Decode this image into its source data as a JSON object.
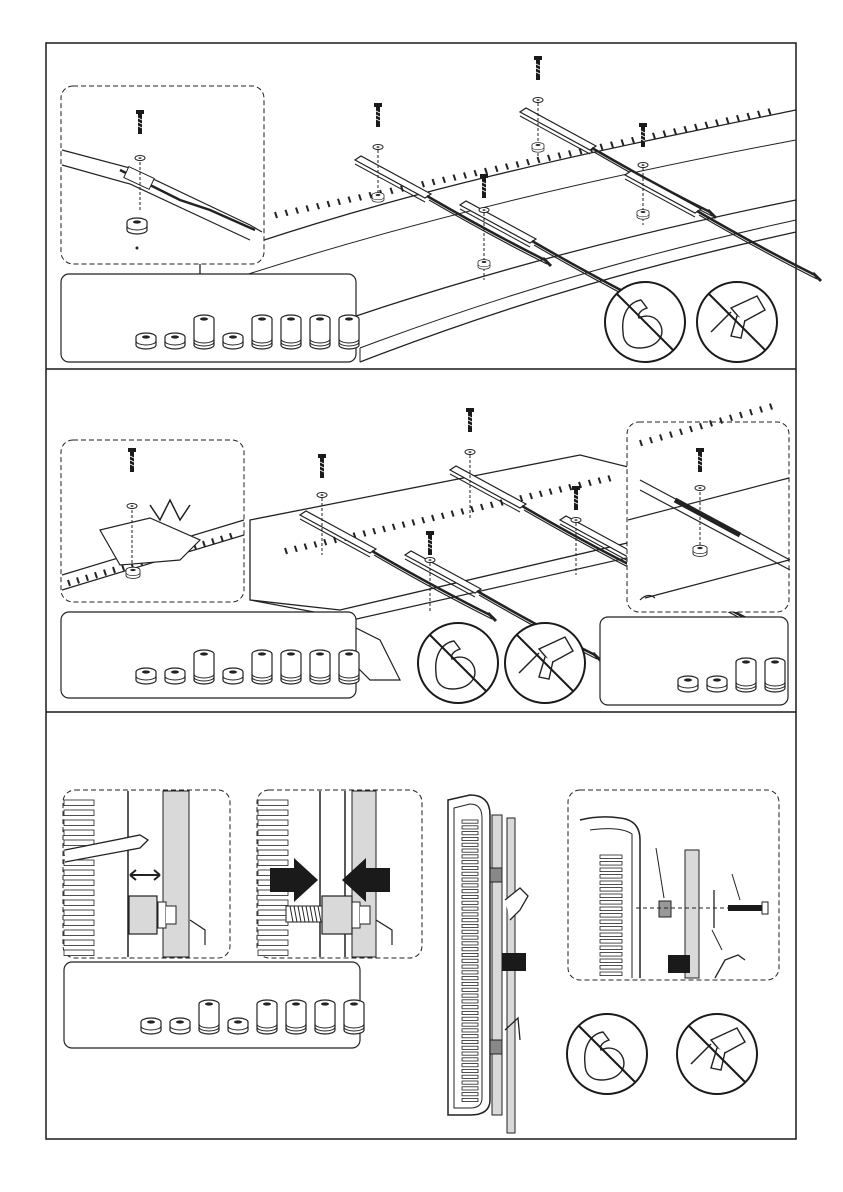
{
  "page": {
    "frame_color": "#1a1a1a",
    "line_color": "#222222",
    "gray_fill": "#d9d9d9",
    "dark_fill": "#1a1a1a"
  },
  "panels": [
    {
      "id": "step-1",
      "icons": [
        "no-force-icon",
        "no-power-drill-icon"
      ]
    },
    {
      "id": "step-2",
      "icons": [
        "no-force-icon",
        "no-power-drill-icon"
      ]
    },
    {
      "id": "step-3",
      "icons": [
        "no-force-icon",
        "no-power-drill-icon"
      ]
    }
  ],
  "spacer_sets": {
    "step1_count": 8,
    "step2_count": 8,
    "step2_small_count": 4,
    "step3_count": 8
  }
}
